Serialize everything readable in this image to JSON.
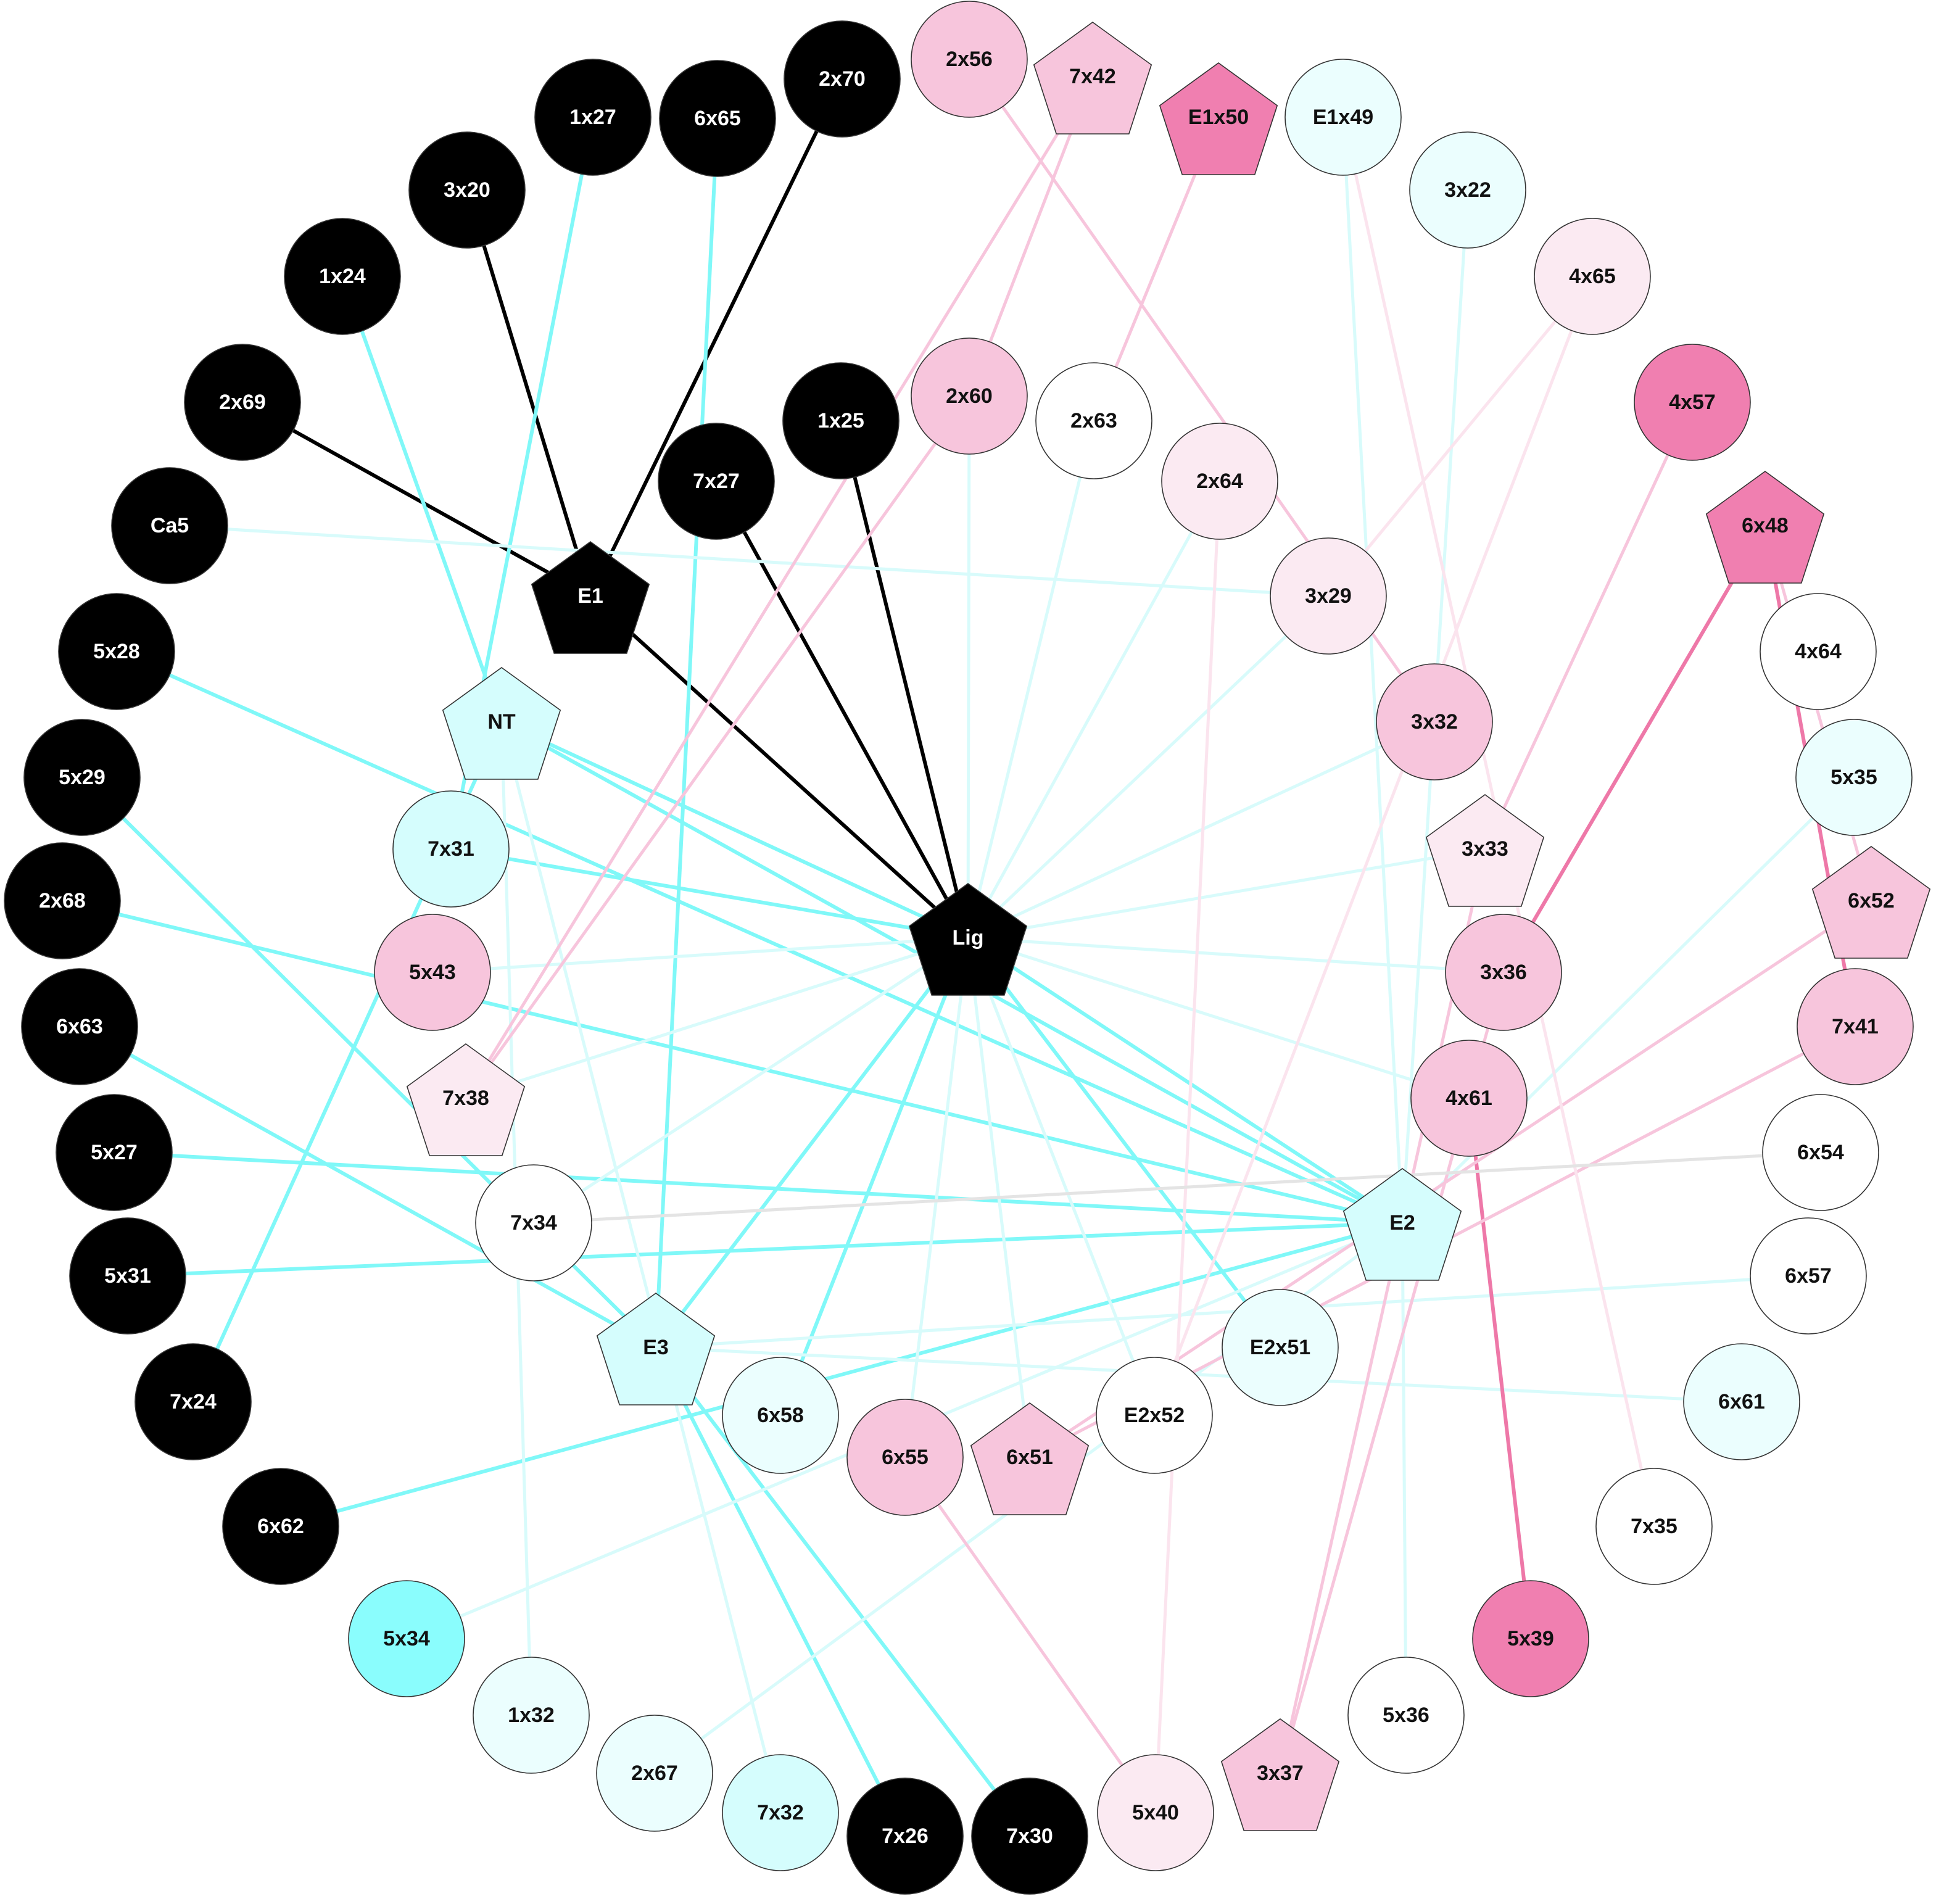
{
  "colors": {
    "black": "#000000",
    "cyan_strong": "#8afdfd",
    "cyan": "#d5fdfd",
    "cyan_light": "#ebfefe",
    "pink_dark": "#f07fb0",
    "pink": "#f7c5dc",
    "pink_light": "#fbeaf2",
    "white": "#ffffff",
    "edge_black": "#000000",
    "edge_cyan": "#80f8f8",
    "edge_cyan_light": "#d8fbfb",
    "edge_pink_dark": "#ee78a8",
    "edge_pink": "#f7c5dc",
    "edge_pink_light": "#fbe4ee",
    "edge_gray": "#e4e4e4"
  },
  "nodes": [
    {
      "id": "Lig",
      "label": "Lig",
      "shape": "pentagon",
      "fill": "black"
    },
    {
      "id": "E1",
      "label": "E1",
      "shape": "pentagon",
      "fill": "black"
    },
    {
      "id": "E2",
      "label": "E2",
      "shape": "pentagon",
      "fill": "cyan"
    },
    {
      "id": "E3",
      "label": "E3",
      "shape": "pentagon",
      "fill": "cyan"
    },
    {
      "id": "NT",
      "label": "NT",
      "shape": "pentagon",
      "fill": "cyan"
    },
    {
      "id": "2x56",
      "label": "2x56",
      "shape": "circle",
      "fill": "pink"
    },
    {
      "id": "7x42",
      "label": "7x42",
      "shape": "pentagon",
      "fill": "pink"
    },
    {
      "id": "E1x50",
      "label": "E1x50",
      "shape": "pentagon",
      "fill": "pink_dark"
    },
    {
      "id": "E1x49",
      "label": "E1x49",
      "shape": "circle",
      "fill": "cyan_light"
    },
    {
      "id": "3x22",
      "label": "3x22",
      "shape": "circle",
      "fill": "cyan_light"
    },
    {
      "id": "4x65",
      "label": "4x65",
      "shape": "circle",
      "fill": "pink_light"
    },
    {
      "id": "4x57",
      "label": "4x57",
      "shape": "circle",
      "fill": "pink_dark"
    },
    {
      "id": "6x48",
      "label": "6x48",
      "shape": "pentagon",
      "fill": "pink_dark"
    },
    {
      "id": "4x64",
      "label": "4x64",
      "shape": "circle",
      "fill": "white"
    },
    {
      "id": "5x35",
      "label": "5x35",
      "shape": "circle",
      "fill": "cyan_light"
    },
    {
      "id": "6x52",
      "label": "6x52",
      "shape": "pentagon",
      "fill": "pink"
    },
    {
      "id": "7x41",
      "label": "7x41",
      "shape": "circle",
      "fill": "pink"
    },
    {
      "id": "6x54",
      "label": "6x54",
      "shape": "circle",
      "fill": "white"
    },
    {
      "id": "6x57",
      "label": "6x57",
      "shape": "circle",
      "fill": "white"
    },
    {
      "id": "6x61",
      "label": "6x61",
      "shape": "circle",
      "fill": "cyan_light"
    },
    {
      "id": "7x35",
      "label": "7x35",
      "shape": "circle",
      "fill": "white"
    },
    {
      "id": "5x39",
      "label": "5x39",
      "shape": "circle",
      "fill": "pink_dark"
    },
    {
      "id": "5x36",
      "label": "5x36",
      "shape": "circle",
      "fill": "white"
    },
    {
      "id": "3x37",
      "label": "3x37",
      "shape": "pentagon",
      "fill": "pink"
    },
    {
      "id": "5x40",
      "label": "5x40",
      "shape": "circle",
      "fill": "pink_light"
    },
    {
      "id": "7x30",
      "label": "7x30",
      "shape": "circle",
      "fill": "black"
    },
    {
      "id": "7x26",
      "label": "7x26",
      "shape": "circle",
      "fill": "black"
    },
    {
      "id": "7x32",
      "label": "7x32",
      "shape": "circle",
      "fill": "cyan"
    },
    {
      "id": "2x67",
      "label": "2x67",
      "shape": "circle",
      "fill": "cyan_light"
    },
    {
      "id": "1x32",
      "label": "1x32",
      "shape": "circle",
      "fill": "cyan_light"
    },
    {
      "id": "5x34",
      "label": "5x34",
      "shape": "circle",
      "fill": "cyan_strong"
    },
    {
      "id": "6x62",
      "label": "6x62",
      "shape": "circle",
      "fill": "black"
    },
    {
      "id": "7x24",
      "label": "7x24",
      "shape": "circle",
      "fill": "black"
    },
    {
      "id": "5x31",
      "label": "5x31",
      "shape": "circle",
      "fill": "black"
    },
    {
      "id": "5x27",
      "label": "5x27",
      "shape": "circle",
      "fill": "black"
    },
    {
      "id": "6x63",
      "label": "6x63",
      "shape": "circle",
      "fill": "black"
    },
    {
      "id": "2x68",
      "label": "2x68",
      "shape": "circle",
      "fill": "black"
    },
    {
      "id": "5x29",
      "label": "5x29",
      "shape": "circle",
      "fill": "black"
    },
    {
      "id": "5x28",
      "label": "5x28",
      "shape": "circle",
      "fill": "black"
    },
    {
      "id": "Ca5",
      "label": "Ca5",
      "shape": "circle",
      "fill": "black"
    },
    {
      "id": "2x69",
      "label": "2x69",
      "shape": "circle",
      "fill": "black"
    },
    {
      "id": "1x24",
      "label": "1x24",
      "shape": "circle",
      "fill": "black"
    },
    {
      "id": "3x20",
      "label": "3x20",
      "shape": "circle",
      "fill": "black"
    },
    {
      "id": "1x27",
      "label": "1x27",
      "shape": "circle",
      "fill": "black"
    },
    {
      "id": "6x65",
      "label": "6x65",
      "shape": "circle",
      "fill": "black"
    },
    {
      "id": "2x70",
      "label": "2x70",
      "shape": "circle",
      "fill": "black"
    },
    {
      "id": "7x31",
      "label": "7x31",
      "shape": "circle",
      "fill": "cyan"
    },
    {
      "id": "5x43",
      "label": "5x43",
      "shape": "circle",
      "fill": "pink"
    },
    {
      "id": "7x38",
      "label": "7x38",
      "shape": "pentagon",
      "fill": "pink_light"
    },
    {
      "id": "7x34",
      "label": "7x34",
      "shape": "circle",
      "fill": "white"
    },
    {
      "id": "6x58",
      "label": "6x58",
      "shape": "circle",
      "fill": "cyan_light"
    },
    {
      "id": "6x55",
      "label": "6x55",
      "shape": "circle",
      "fill": "pink"
    },
    {
      "id": "6x51",
      "label": "6x51",
      "shape": "pentagon",
      "fill": "pink"
    },
    {
      "id": "E2x52",
      "label": "E2x52",
      "shape": "circle",
      "fill": "white"
    },
    {
      "id": "E2x51",
      "label": "E2x51",
      "shape": "circle",
      "fill": "cyan_light"
    },
    {
      "id": "4x61",
      "label": "4x61",
      "shape": "circle",
      "fill": "pink"
    },
    {
      "id": "3x36",
      "label": "3x36",
      "shape": "circle",
      "fill": "pink"
    },
    {
      "id": "3x33",
      "label": "3x33",
      "shape": "pentagon",
      "fill": "pink_light"
    },
    {
      "id": "3x32",
      "label": "3x32",
      "shape": "circle",
      "fill": "pink"
    },
    {
      "id": "3x29",
      "label": "3x29",
      "shape": "circle",
      "fill": "pink_light"
    },
    {
      "id": "2x64",
      "label": "2x64",
      "shape": "circle",
      "fill": "pink_light"
    },
    {
      "id": "2x63",
      "label": "2x63",
      "shape": "circle",
      "fill": "white"
    },
    {
      "id": "2x60",
      "label": "2x60",
      "shape": "circle",
      "fill": "pink"
    },
    {
      "id": "1x25",
      "label": "1x25",
      "shape": "circle",
      "fill": "black"
    },
    {
      "id": "7x27",
      "label": "7x27",
      "shape": "circle",
      "fill": "black"
    }
  ],
  "edges": [
    {
      "s": "3x20",
      "t": "E1",
      "c": "edge_black"
    },
    {
      "s": "2x70",
      "t": "E1",
      "c": "edge_black"
    },
    {
      "s": "2x69",
      "t": "E1",
      "c": "edge_black"
    },
    {
      "s": "E1",
      "t": "Lig",
      "c": "edge_black"
    },
    {
      "s": "7x27",
      "t": "Lig",
      "c": "edge_black"
    },
    {
      "s": "1x25",
      "t": "Lig",
      "c": "edge_black"
    },
    {
      "s": "1x27",
      "t": "7x31",
      "c": "edge_cyan"
    },
    {
      "s": "6x65",
      "t": "E3",
      "c": "edge_cyan"
    },
    {
      "s": "1x24",
      "t": "NT",
      "c": "edge_cyan"
    },
    {
      "s": "5x28",
      "t": "E2",
      "c": "edge_cyan"
    },
    {
      "s": "5x29",
      "t": "E3",
      "c": "edge_cyan"
    },
    {
      "s": "2x68",
      "t": "E2",
      "c": "edge_cyan"
    },
    {
      "s": "6x63",
      "t": "E3",
      "c": "edge_cyan"
    },
    {
      "s": "5x27",
      "t": "E2",
      "c": "edge_cyan"
    },
    {
      "s": "5x31",
      "t": "E2",
      "c": "edge_cyan"
    },
    {
      "s": "7x24",
      "t": "NT",
      "c": "edge_cyan"
    },
    {
      "s": "6x62",
      "t": "E2",
      "c": "edge_cyan"
    },
    {
      "s": "NT",
      "t": "Lig",
      "c": "edge_cyan"
    },
    {
      "s": "NT",
      "t": "E2",
      "c": "edge_cyan"
    },
    {
      "s": "7x31",
      "t": "Lig",
      "c": "edge_cyan"
    },
    {
      "s": "Lig",
      "t": "E2",
      "c": "edge_cyan"
    },
    {
      "s": "Lig",
      "t": "E3",
      "c": "edge_cyan"
    },
    {
      "s": "Lig",
      "t": "6x58",
      "c": "edge_cyan"
    },
    {
      "s": "Lig",
      "t": "E2x51",
      "c": "edge_cyan"
    },
    {
      "s": "E3",
      "t": "7x26",
      "c": "edge_cyan"
    },
    {
      "s": "E3",
      "t": "7x30",
      "c": "edge_cyan"
    },
    {
      "s": "Ca5",
      "t": "3x29",
      "c": "edge_cyan_light"
    },
    {
      "s": "Lig",
      "t": "2x60",
      "c": "edge_cyan_light"
    },
    {
      "s": "Lig",
      "t": "2x63",
      "c": "edge_cyan_light"
    },
    {
      "s": "Lig",
      "t": "2x64",
      "c": "edge_cyan_light"
    },
    {
      "s": "Lig",
      "t": "3x29",
      "c": "edge_cyan_light"
    },
    {
      "s": "Lig",
      "t": "3x32",
      "c": "edge_cyan_light"
    },
    {
      "s": "Lig",
      "t": "3x33",
      "c": "edge_cyan_light"
    },
    {
      "s": "Lig",
      "t": "3x36",
      "c": "edge_cyan_light"
    },
    {
      "s": "Lig",
      "t": "5x43",
      "c": "edge_cyan_light"
    },
    {
      "s": "Lig",
      "t": "7x38",
      "c": "edge_cyan_light"
    },
    {
      "s": "Lig",
      "t": "7x34",
      "c": "edge_cyan_light"
    },
    {
      "s": "Lig",
      "t": "6x55",
      "c": "edge_cyan_light"
    },
    {
      "s": "Lig",
      "t": "E2x52",
      "c": "edge_cyan_light"
    },
    {
      "s": "Lig",
      "t": "6x51",
      "c": "edge_cyan_light"
    },
    {
      "s": "Lig",
      "t": "4x61",
      "c": "edge_cyan_light"
    },
    {
      "s": "E1x49",
      "t": "E2",
      "c": "edge_cyan_light"
    },
    {
      "s": "3x22",
      "t": "E2",
      "c": "edge_cyan_light"
    },
    {
      "s": "5x35",
      "t": "E2",
      "c": "edge_cyan_light"
    },
    {
      "s": "6x57",
      "t": "E3",
      "c": "edge_cyan_light"
    },
    {
      "s": "6x61",
      "t": "E3",
      "c": "edge_cyan_light"
    },
    {
      "s": "5x34",
      "t": "E2",
      "c": "edge_cyan_light"
    },
    {
      "s": "2x67",
      "t": "E2",
      "c": "edge_cyan_light"
    },
    {
      "s": "5x36",
      "t": "E2",
      "c": "edge_cyan_light"
    },
    {
      "s": "1x32",
      "t": "NT",
      "c": "edge_cyan_light"
    },
    {
      "s": "NT",
      "t": "7x32",
      "c": "edge_cyan_light"
    },
    {
      "s": "7x42",
      "t": "2x60",
      "c": "edge_pink"
    },
    {
      "s": "7x42",
      "t": "7x38",
      "c": "edge_pink"
    },
    {
      "s": "2x60",
      "t": "7x38",
      "c": "edge_pink"
    },
    {
      "s": "2x56",
      "t": "3x32",
      "c": "edge_pink"
    },
    {
      "s": "E1x50",
      "t": "2x63",
      "c": "edge_pink"
    },
    {
      "s": "4x57",
      "t": "3x33",
      "c": "edge_pink"
    },
    {
      "s": "6x48",
      "t": "3x36",
      "c": "edge_pink_dark"
    },
    {
      "s": "6x48",
      "t": "7x41",
      "c": "edge_pink_dark"
    },
    {
      "s": "6x48",
      "t": "6x52",
      "c": "edge_pink"
    },
    {
      "s": "5x39",
      "t": "4x61",
      "c": "edge_pink_dark"
    },
    {
      "s": "6x52",
      "t": "6x51",
      "c": "edge_pink"
    },
    {
      "s": "7x41",
      "t": "6x51",
      "c": "edge_pink"
    },
    {
      "s": "6x55",
      "t": "5x40",
      "c": "edge_pink"
    },
    {
      "s": "3x37",
      "t": "3x33",
      "c": "edge_pink"
    },
    {
      "s": "3x37",
      "t": "3x36",
      "c": "edge_pink"
    },
    {
      "s": "4x65",
      "t": "E2x52",
      "c": "edge_pink_light"
    },
    {
      "s": "4x65",
      "t": "3x29",
      "c": "edge_pink_light"
    },
    {
      "s": "E1x49",
      "t": "7x35",
      "c": "edge_pink_light"
    },
    {
      "s": "2x64",
      "t": "5x40",
      "c": "edge_pink_light"
    },
    {
      "s": "7x34",
      "t": "6x54",
      "c": "edge_gray"
    }
  ]
}
